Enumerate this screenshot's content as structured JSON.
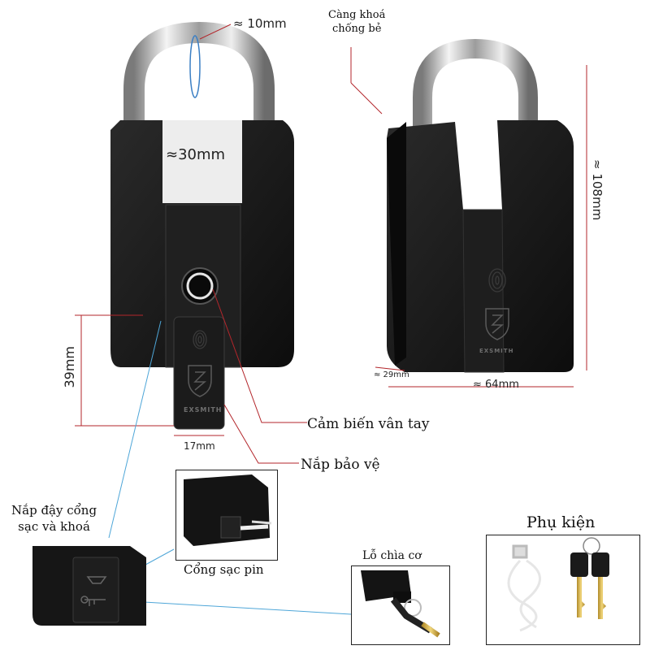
{
  "dimensions": {
    "shackle_thickness": "≈ 10mm",
    "shackle_width": "≈30mm",
    "height_total": "≈ 108mm",
    "side_depth": "≈ 29mm",
    "body_width": "≈ 64mm",
    "front_height": "39mm",
    "cover_width": "17mm"
  },
  "labels": {
    "anti_cut_shackle": "Càng khoá chống bẻ",
    "anti_cut_shackle_line1": "Càng khoá",
    "anti_cut_shackle_line2": "chống bẻ",
    "fingerprint_sensor": "Cảm biến vân tay",
    "protective_cover": "Nắp bảo vệ",
    "port_cover_line1": "Nắp đậy cổng",
    "port_cover_line2": "sạc và khoá",
    "charging_port": "Cổng sạc pin",
    "key_hole": "Lỗ chìa cơ",
    "accessories": "Phụ kiện"
  },
  "brand": "EXSMITH",
  "colors": {
    "body": "#161616",
    "chrome": "#c9c9c9",
    "leader_red": "#b3262b",
    "leader_blue": "#4ea6d8",
    "key_brass": "#d6b24a"
  }
}
